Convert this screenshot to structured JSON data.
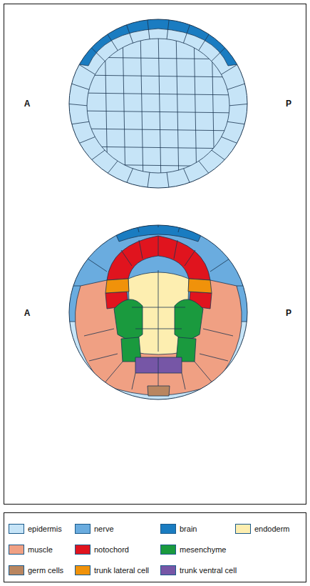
{
  "diagram": {
    "labels": [
      "A",
      "P",
      "A",
      "P"
    ],
    "legend": [
      {
        "text": "epidermis",
        "color": "#c6e4f7"
      },
      {
        "text": "nerve",
        "color": "#6aacdf"
      },
      {
        "text": "brain",
        "color": "#1a7cc1"
      },
      {
        "text": "endoderm",
        "color": "#fdeeb0"
      },
      {
        "text": "muscle",
        "color": "#f0a083"
      },
      {
        "text": "notochord",
        "color": "#e0141e"
      },
      {
        "text": "mesenchyme",
        "color": "#1a9a3e"
      },
      {
        "text": "germ cells",
        "color": "#b98660"
      },
      {
        "text": "trunk lateral cell",
        "color": "#f0920a"
      },
      {
        "text": "trunk ventral cell",
        "color": "#7656a6"
      }
    ]
  }
}
